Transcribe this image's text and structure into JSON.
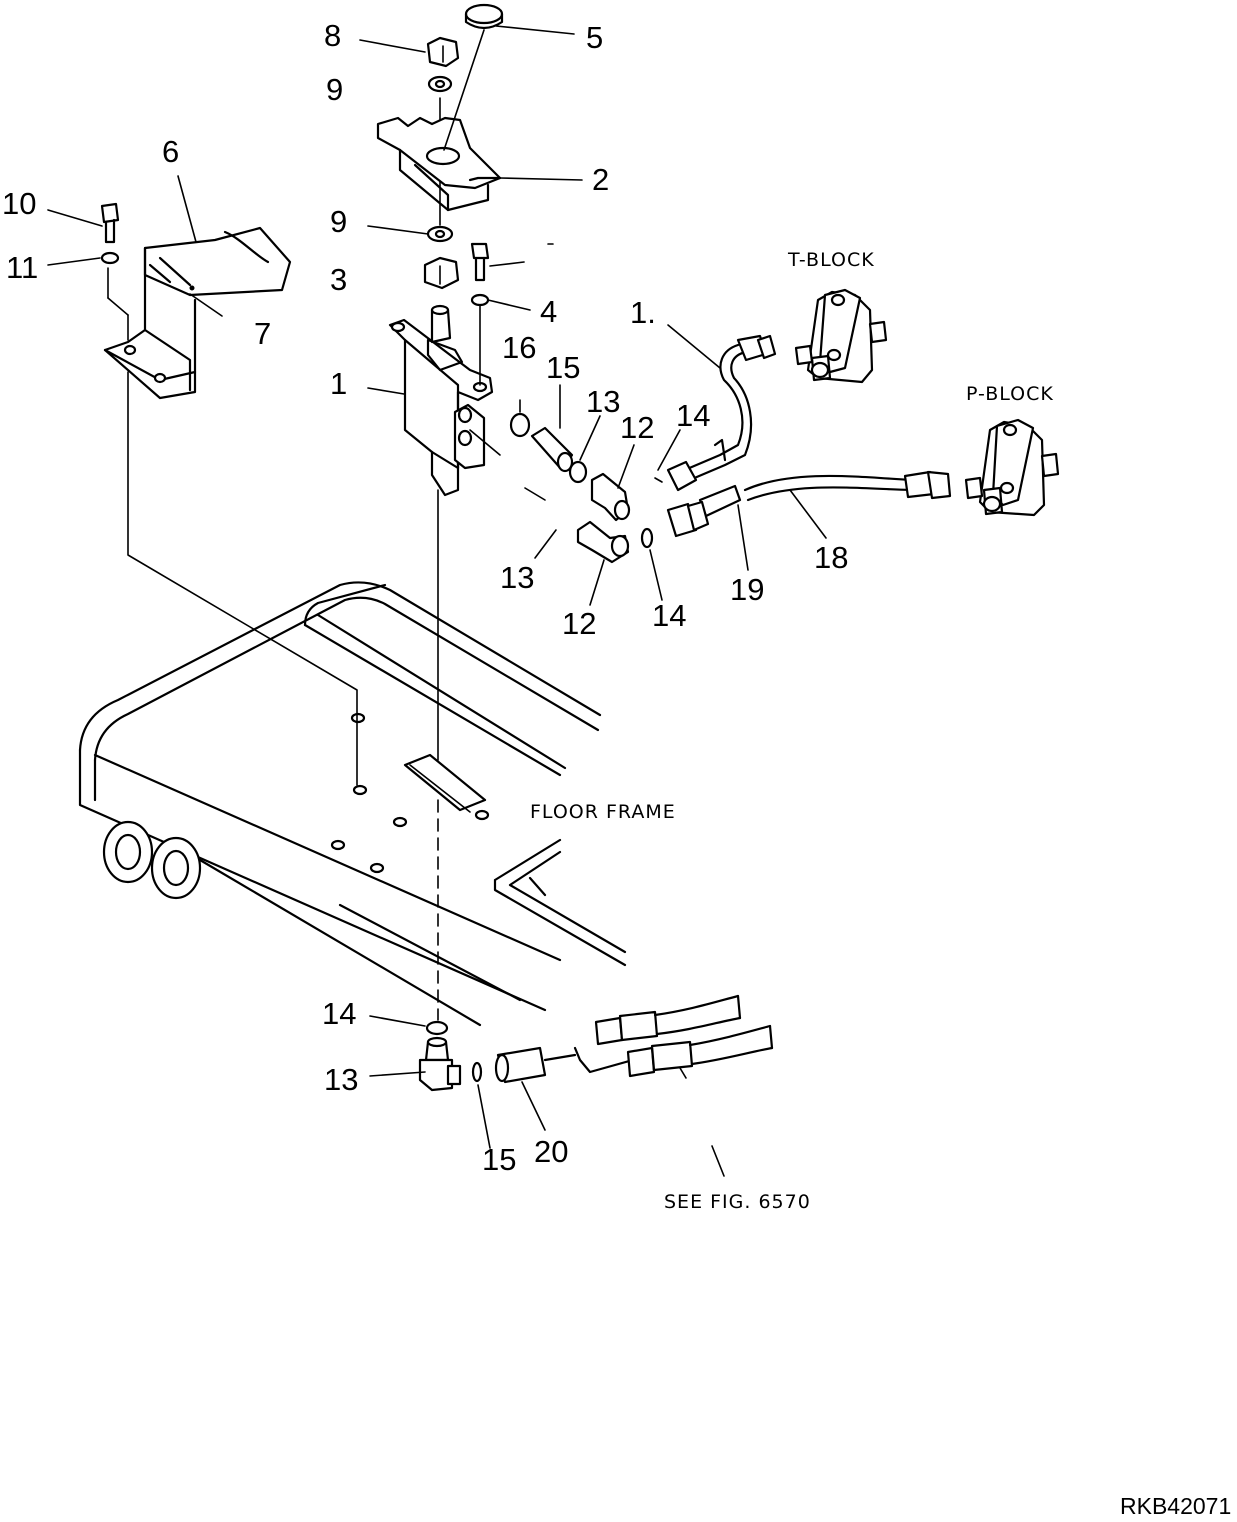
{
  "callouts": [
    "1",
    "2",
    "3",
    "4",
    "5",
    "6",
    "7",
    "8",
    "9",
    "10",
    "11",
    "12",
    "13",
    "14",
    "15",
    "16",
    "18",
    "19",
    "20",
    "1."
  ],
  "labels": {
    "t_block": "T-BLOCK",
    "p_block": "P-BLOCK",
    "floor_frame": "FLOOR FRAME",
    "see_fig": "SEE FIG. 6570"
  },
  "figure_code": "RKB42071"
}
